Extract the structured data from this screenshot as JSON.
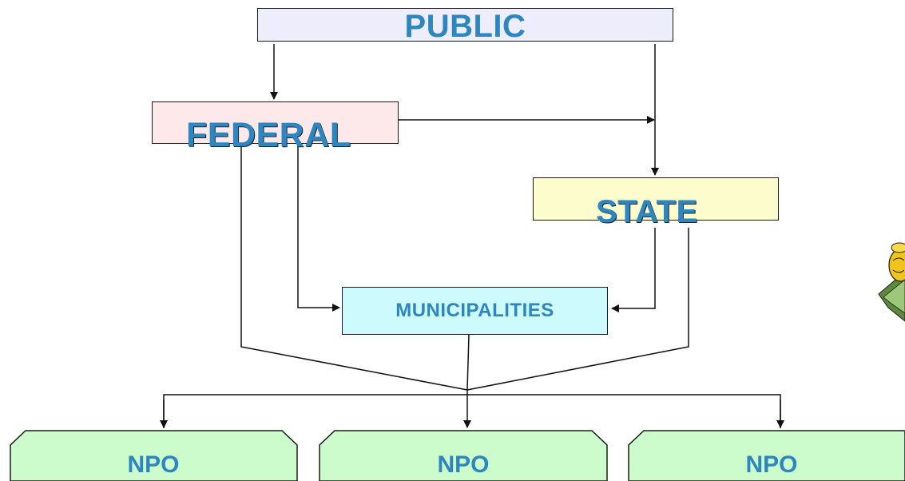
{
  "nodes": {
    "public": "PUBLIC",
    "federal": "FEDERAL",
    "state": "STATE",
    "municipalities": "MUNICIPALITIES",
    "npo_1": "NPO",
    "npo_2": "NPO",
    "npo_3": "NPO"
  },
  "colors": {
    "label_text": "#2e86c1",
    "public_fill": "#ededfb",
    "federal_fill": "#fde9e9",
    "state_fill": "#fcfccc",
    "municipalities_fill": "#ccfafd",
    "npo_fill": "#ccfccc",
    "line": "#111111"
  },
  "icons": {
    "clipart": "money-bag-on-dollar-bills-icon"
  }
}
